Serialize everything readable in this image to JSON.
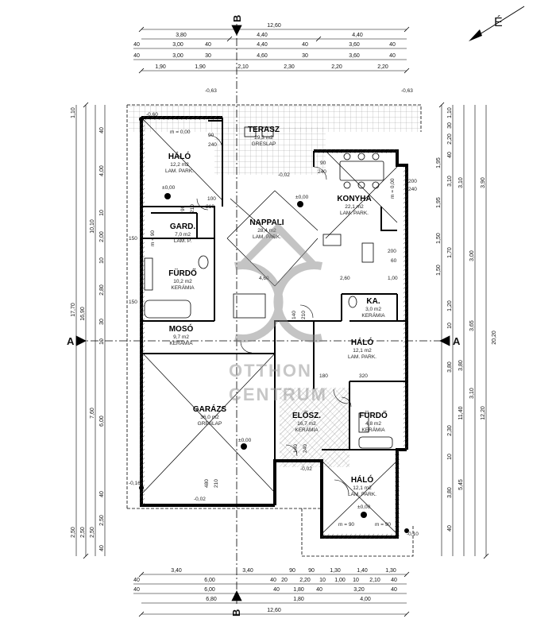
{
  "north": {
    "label": "É"
  },
  "axes": {
    "a": "A",
    "b": "B"
  },
  "top_dims": {
    "overall": "12,60",
    "row1": [
      "3,80",
      "4,40",
      "4,40"
    ],
    "row2": [
      "40",
      "3,00",
      "40",
      "4,40",
      "40",
      "3,60",
      "40"
    ],
    "row3": [
      "40",
      "3,00",
      "30",
      "4,60",
      "30",
      "3,60",
      "40"
    ],
    "row4": [
      "1,90",
      "1,90",
      "2,10",
      "2,30",
      "2,20",
      "2,20"
    ]
  },
  "bottom_dims": {
    "row1": [
      "3,40",
      "3,40",
      "90",
      "90",
      "1,30",
      "1,40",
      "1,30"
    ],
    "row2": [
      "40",
      "6,00",
      "40",
      "20",
      "2,20",
      "10",
      "1,00",
      "10",
      "2,10",
      "40"
    ],
    "row3": [
      "40",
      "6,00",
      "40",
      "1,80",
      "40",
      "3,20",
      "40"
    ],
    "row4": [
      "6,80",
      "1,80",
      "4,00"
    ],
    "overall": "12,60"
  },
  "left_dims": {
    "outer": [
      "1,10",
      "17,70",
      "2,50"
    ],
    "mid": [
      "16,90",
      "2,50"
    ],
    "inner": [
      "10,10",
      "7,60",
      "2,50"
    ],
    "detail": [
      "40",
      "4,00",
      "10",
      "2,00",
      "10",
      "2,80",
      "30",
      "10",
      "6,00",
      "40",
      "2,50",
      "40"
    ]
  },
  "right_dims": {
    "outer": [
      "20,20"
    ],
    "mid": [
      "12,20",
      "3,90",
      "3,00",
      "3,65",
      "3,10"
    ],
    "inner": [
      "11,40",
      "3,10",
      "3,80",
      "5,45"
    ],
    "detail": [
      "1,10",
      "30",
      "2,20",
      "40",
      "1,95",
      "3,10",
      "1,95",
      "1,50",
      "1,70",
      "1,50",
      "1,20",
      "10",
      "3,80",
      "2,30",
      "10",
      "3,80",
      "40"
    ]
  },
  "rooms": [
    {
      "id": "halo1",
      "name": "HÁLÓ",
      "area": "12,2 m2",
      "finish": "LAM. PARK."
    },
    {
      "id": "terasz",
      "name": "TERASZ",
      "area": "29,3 m2",
      "finish": "GRESLAP"
    },
    {
      "id": "konyha",
      "name": "KONYHA",
      "area": "22,1 m2",
      "finish": "LAM. PARK."
    },
    {
      "id": "nappali",
      "name": "NAPPALI",
      "area": "28,4 m2",
      "finish": "LAM. PARK."
    },
    {
      "id": "gard",
      "name": "GARD.",
      "area": "7,0 m2",
      "finish": "LAM. P."
    },
    {
      "id": "furdo1",
      "name": "FÜRDŐ",
      "area": "10,2 m2",
      "finish": "KERÁMIA"
    },
    {
      "id": "ka",
      "name": "KA.",
      "area": "3,0 m2",
      "finish": "KERÁMIA"
    },
    {
      "id": "moso",
      "name": "MOSÓ",
      "area": "9,7 m2",
      "finish": "KERÁMIA"
    },
    {
      "id": "halo2",
      "name": "HÁLÓ",
      "area": "12,1 m2",
      "finish": "LAM. PARK."
    },
    {
      "id": "garazs",
      "name": "GARÁZS",
      "area": "36,0 m2",
      "finish": "GRESLAP"
    },
    {
      "id": "elosz",
      "name": "ELŐSZ.",
      "area": "16,7 m2",
      "finish": "KERÁMIA"
    },
    {
      "id": "furdo2",
      "name": "FÜRDŐ",
      "area": "4,8 m2",
      "finish": "KERÁMIA"
    },
    {
      "id": "halo3",
      "name": "HÁLÓ",
      "area": "12,1 m2",
      "finish": "LAM. PARK."
    }
  ],
  "levels": {
    "terrace_left": "-0,63",
    "terrace_right": "-0,63",
    "corner_tl": "-0,60",
    "m000_halo": "m = 0,00",
    "l000_halo": "±0,00",
    "l000_nappali": "±0,00",
    "m000_konyha": "m = 0,00",
    "l000_garazs": "±0,00",
    "l000_halo3": "±0,00",
    "m002_terasz": "-0,02",
    "m002_garazs": "-0,02",
    "m002_elosz": "-0,02",
    "m016": "-0,16",
    "m010": "-0,10"
  },
  "openings": {
    "o90a": "90",
    "o240a": "240",
    "o90b": "90",
    "o240b": "240",
    "o100": "100",
    "o210a": "210",
    "o90c": "90",
    "o210b": "210",
    "m90a": "m = 90",
    "m90b": "m = 90",
    "m90c": "m = 90",
    "o150a": "150",
    "o150b": "150",
    "o200a": "200",
    "o240c": "240",
    "o200b": "200",
    "o60": "60",
    "o260": "2,60",
    "o460": "4,60",
    "o100b": "1,00",
    "o140": "140",
    "o210c": "210",
    "o320": "320",
    "o180": "180",
    "o480": "480",
    "o210d": "210",
    "o140b": "140",
    "o240d": "240"
  },
  "watermark": {
    "line1": "OTTHON",
    "line2": "CENTRUM"
  }
}
